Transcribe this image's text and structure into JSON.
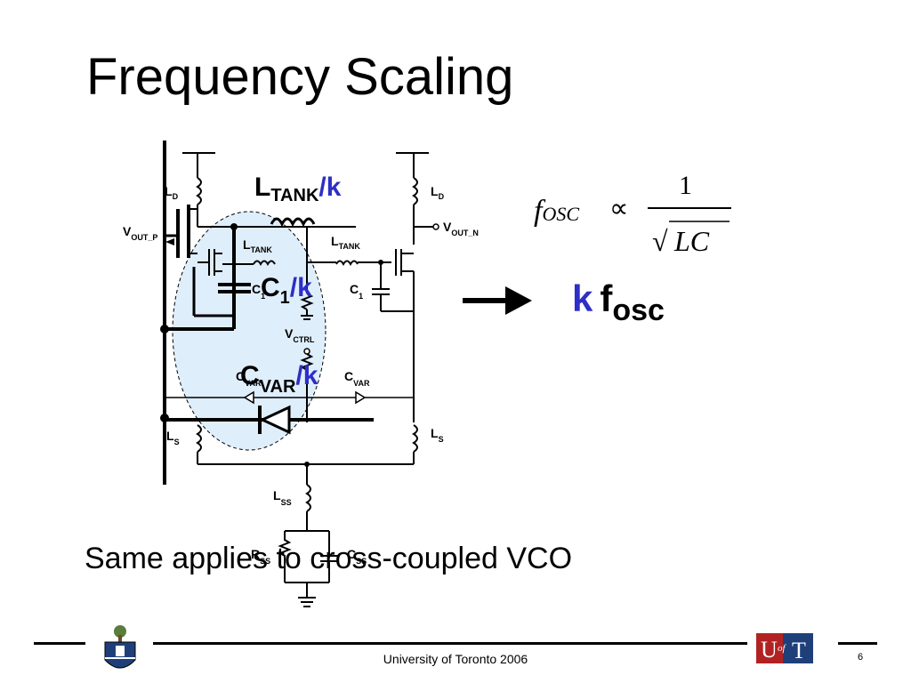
{
  "slide": {
    "title": "Frequency Scaling",
    "subtitle": "Same applies to cross-coupled VCO",
    "footer": "University of Toronto 2006",
    "page_number": "6"
  },
  "circuit": {
    "ld_left": "L",
    "ld_left_sub": "D",
    "ld_right": "L",
    "ld_right_sub": "D",
    "vout_p": "V",
    "vout_p_sub": "OUT_P",
    "vout_n": "V",
    "vout_n_sub": "OUT_N",
    "ltank_left": "L",
    "ltank_left_sub": "TANK",
    "ltank_right": "L",
    "ltank_right_sub": "TANK",
    "c1_left": "C",
    "c1_left_sub": "1",
    "c1_right": "C",
    "c1_right_sub": "1",
    "vctrl": "V",
    "vctrl_sub": "CTRL",
    "cvar_left": "C",
    "cvar_left_sub": "VAR",
    "cvar_right": "C",
    "cvar_right_sub": "VAR",
    "ls_left": "L",
    "ls_left_sub": "S",
    "ls_right": "L",
    "ls_right_sub": "S",
    "lss": "L",
    "lss_sub": "SS",
    "rss": "R",
    "rss_sub": "SS",
    "css": "C",
    "css_sub": "SS"
  },
  "overlay": {
    "ltank_big": "L",
    "ltank_big_sub": "TANK",
    "ltank_div": "/k",
    "c1_big": "C",
    "c1_big_sub": "1",
    "c1_div": "/k",
    "cvar_big": "C",
    "cvar_big_sub": "VAR",
    "cvar_div": "/k"
  },
  "formula": {
    "f": "f",
    "f_sub": "OSC",
    "prop": "∝",
    "numerator": "1",
    "sqrt": "√",
    "den": "LC",
    "k": "k",
    "result_f": "f",
    "result_sub": "osc"
  },
  "logos": {
    "right_logo_u": "U",
    "right_logo_of": "of",
    "right_logo_t": "T"
  },
  "colors": {
    "accent_blue": "#2e2ec8",
    "highlight_fill": "#dfeefb",
    "logo_red": "#b22222",
    "logo_blue": "#1f3f7a"
  }
}
